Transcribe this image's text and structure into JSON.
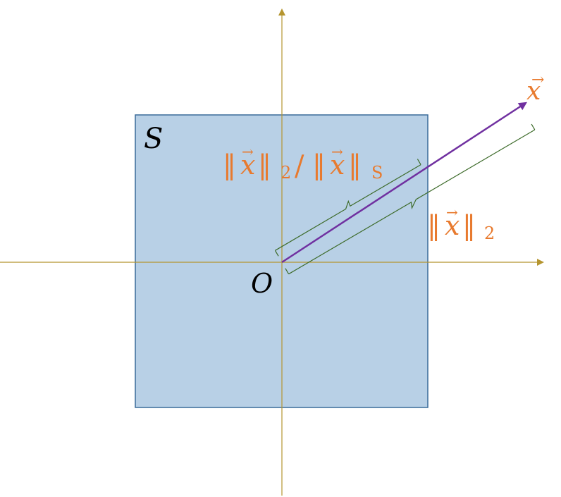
{
  "diagram": {
    "colors": {
      "axis": "#b5952f",
      "region_fill": "#b8d0e6",
      "region_stroke": "#3a6b9a",
      "vector": "#7030a0",
      "brace": "#3d6b2a",
      "math_accent": "#e87a2e",
      "math_plain": "#000000"
    },
    "region": {
      "label": "S"
    },
    "origin": {
      "label": "O"
    },
    "vector": {
      "label": "x",
      "arrow_mark": "→"
    },
    "labels": {
      "ratio": {
        "bar_open": "‖",
        "x": "x",
        "bar_close": "‖",
        "sub_2": "2",
        "slash": "/",
        "bar_open_2": "‖",
        "x_2": "x",
        "bar_close_2": "‖",
        "sub_s": "S"
      },
      "norm2": {
        "bar_open": "‖",
        "x": "x",
        "bar_close": "‖",
        "sub_2": "2"
      }
    },
    "icons": {
      "x_axis_arrow": "triangle-right",
      "y_axis_arrow": "triangle-up",
      "vector_arrow": "triangle",
      "short_brace": "curly-brace",
      "long_brace": "curly-brace"
    }
  }
}
